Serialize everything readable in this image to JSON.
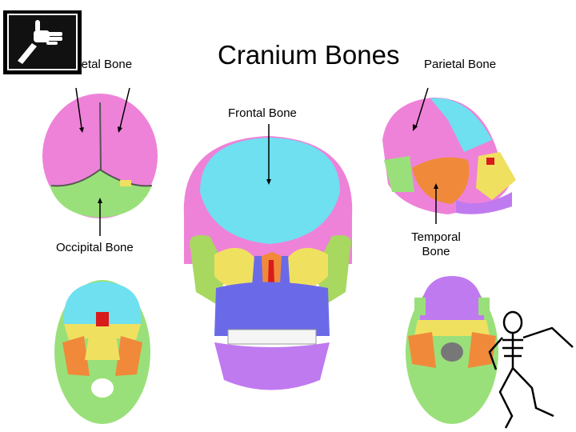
{
  "slide": {
    "title": "Cranium Bones"
  },
  "labels": {
    "parietal_left": "Parietal Bone",
    "parietal_right": "Parietal Bone",
    "frontal": "Frontal Bone",
    "occipital": "Occipital Bone",
    "temporal_line1": "Temporal",
    "temporal_line2": "Bone"
  },
  "icons": {
    "thumb_badge": "hand-xray-icon",
    "mascot": "dancing-skeleton-icon"
  },
  "colors": {
    "parietal": "#ee82d8",
    "frontal": "#6ee0f0",
    "occipital": "#9ae07a",
    "temporal": "#f08a3a",
    "sphenoid": "#f0e060",
    "maxilla": "#6a6ae8",
    "mandible": "#c07af0",
    "zygomatic": "#a8d860"
  }
}
